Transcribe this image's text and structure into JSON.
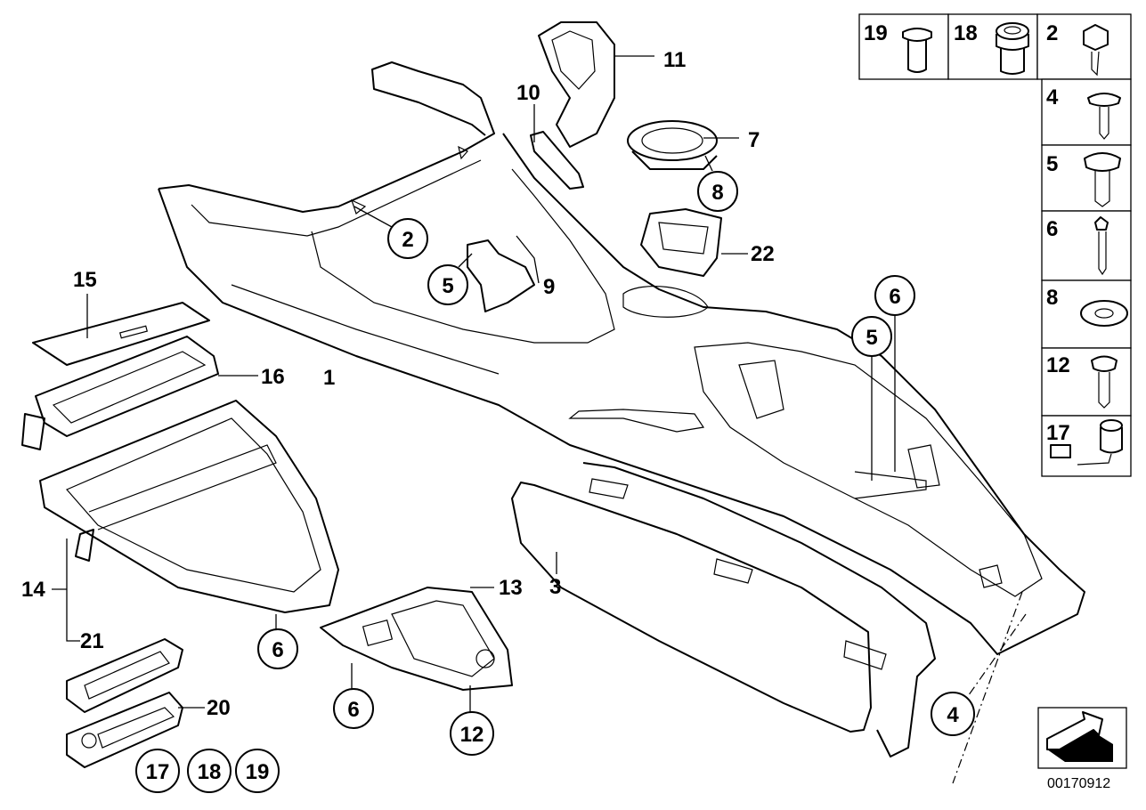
{
  "diagram": {
    "drawing_number": "00170912",
    "callouts": {
      "c1": "1",
      "c2": "2",
      "c3": "3",
      "c4": "4",
      "c5a": "5",
      "c5b": "5",
      "c6a": "6",
      "c6b": "6",
      "c6c": "6",
      "c7": "7",
      "c8": "8",
      "c9": "9",
      "c10": "10",
      "c11": "11",
      "c12": "12",
      "c13": "13",
      "c14": "14",
      "c15": "15",
      "c16": "16",
      "c17": "17",
      "c18": "18",
      "c19": "19",
      "c20": "20",
      "c21": "21",
      "c22": "22"
    },
    "legend": {
      "top_row": [
        "19",
        "18",
        "2"
      ],
      "column": [
        "4",
        "5",
        "6",
        "8",
        "12",
        "17"
      ]
    }
  }
}
